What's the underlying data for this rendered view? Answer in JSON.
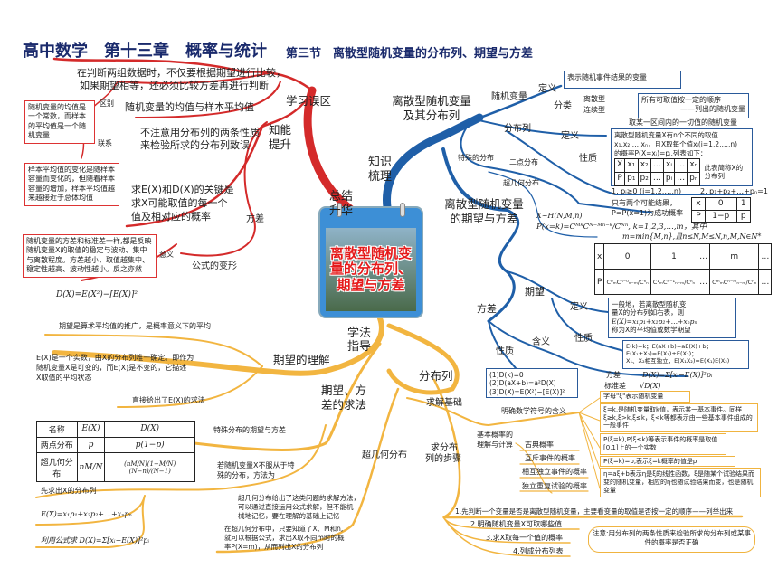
{
  "header": {
    "title": "高中数学　第十三章　概率与统计",
    "subtitle": "第三节　离散型随机变量的分布列、期望与方差"
  },
  "center": {
    "title": "离散型随机变量的分布列、期望与方差"
  },
  "colors": {
    "red": "#d42a2a",
    "blue": "#1f5fa8",
    "yellow": "#f2b540",
    "title": "#1a2a6c"
  },
  "summary": {
    "branch": "总结升华",
    "note_top": [
      "在判断两组数据时，不仅要根据期望进行比较，",
      "如果期望相等，还必须比较方差再进行判断"
    ],
    "mistakes": "学习误区",
    "diff": "区别",
    "diff_box": "随机变量的均值是一个常数，而样本的平均值是一个随机变量",
    "mean_vs_sample": "随机变量的均值与样本平均值",
    "link": "联系",
    "link_box": "样本平均值的变化是随样本容量而变化的，但随着样本容量的增加，样本平均值越来越接近于总体均值",
    "mistake2": [
      "不注意用分布列的两条性质",
      "来检验所求的分布列致误"
    ],
    "ability": "知能提升",
    "key": [
      "求E(X)和D(X)的关键是",
      "求X可能取值的每一个",
      "值及相对应的概率"
    ],
    "variance": "方差",
    "meaning": "意义",
    "meaning_box": "随机变量的方差和标准差一样,都是反映随机变量X的取值的稳定与波动、集中与离散程度。方差越小，取值越集中、稳定性越高、波动性越小。反之亦然",
    "formula_transform": "公式的变形",
    "formula": "D(X)=E(X²)−[E(X)]²"
  },
  "knowledge": {
    "branch": "知识梳理",
    "rv_dist": "离散型随机变量及其分布列",
    "rv": "随机变量",
    "def": "定义",
    "def_box": "表示随机事件结果的变量",
    "classify": "分类",
    "discrete": "离散型",
    "continuous": "连续型",
    "discrete_box": [
      "所有可取值按一定的顺序",
      "——列出的随机变量"
    ],
    "continuous_text": "取某一区间内的一切值的随机变量",
    "dist": "分布列",
    "dist_def": "定义",
    "dist_prop": "性质",
    "dist_box": [
      "离散型随机变量X有n个不同的取值",
      "x₁,x₂,…,xₙ，且X取每个值xᵢ(i=1,2,…,n)",
      "的概率P(X=xᵢ)=pᵢ,列表如下："
    ],
    "dist_table": {
      "row1": [
        "X",
        "x₁",
        "x₂",
        "…",
        "xᵢ",
        "…",
        "xₙ"
      ],
      "row2": [
        "P",
        "p₁",
        "p₂",
        "…",
        "pᵢ",
        "…",
        "pₙ"
      ]
    },
    "dist_table_note": "此表简称X的分布列",
    "prop1": "1. pᵢ≥0 (i=1,2,…,n)",
    "prop2": "2. p₁+p₂+…+pₙ=1",
    "special": "特殊的分布",
    "two_point": "二点分布",
    "hyper": "超几何分布",
    "two_point_text": [
      "只有两个可能结果，",
      "P=P(x=1)为成功概率"
    ],
    "two_point_table": {
      "row1": [
        "x",
        "0",
        "1"
      ],
      "row2": [
        "P",
        "1−p",
        "p"
      ]
    },
    "hyper_def": "X~H(N,M,n)",
    "hyper_formula": "P(x=k)=CᴹᵏCᴺ⁻ᴹⁿ⁻ᵏ/Cᴺⁿ, k=1,2,3,…,m，其中",
    "hyper_m": "m=min{M,n},且n≤N,M≤N,n,M,N∈N*",
    "hyper_table": {
      "row1": [
        "x",
        "0",
        "1",
        "…",
        "m",
        "…"
      ],
      "row2": [
        "P",
        "C⁰ₘCⁿ⁻⁰ₙ₋ₘ/Cⁿₙ",
        "C¹ₘCⁿ⁻¹ₙ₋ₘ/Cⁿₙ",
        "…",
        "CᵐₘCⁿ⁻ᵐₙ₋ₘ/Cⁿₙ",
        "…"
      ]
    },
    "ev_var": "离散型随机变量的期望与方差",
    "expect": "期望",
    "var": "方差",
    "exp_def": "定义",
    "exp_def_box": [
      "一般地，若离散型随机变",
      "量X的分布列如右表，则",
      "E(X)=x₁p₁+x₂p₂+…+xₙpₙ",
      "称为X的平均值或数学期望"
    ],
    "exp_prop": "性质",
    "exp_prop_box": [
      "E(k)=k；E(aX+b)=aE(X)+b；",
      "E(X₁+X₂)=E(X₁)+E(X₂)；",
      "X₁、X₂相互独立，E(X₁X₂)=E(X₁)E(X₂)"
    ],
    "var_meaning": "含义",
    "var_prop": "性质",
    "var_label": "方差",
    "var_formula": "D(X)=Σ[xᵢ−E(X)]²pᵢ",
    "std_label": "标准差",
    "std_formula": "√D(X)",
    "var_prop_box": [
      "(1)D(k)=0",
      "(2)D(aX+b)=a²D(X)",
      "(3)D(X)=E(X²)−[E(X)]²"
    ]
  },
  "method": {
    "branch": "学法指导",
    "exp_understand": "期望的理解",
    "exp_note1": "期望是算术平均值的推广，是概率意义下的平均",
    "exp_note2": [
      "E(X)是一个实数，由X的分布列唯一确定。即作为",
      "随机变量X是可变的，而E(X)是不变的，它描述",
      "X取值的平均状态"
    ],
    "exp_note3": "直接给出了E(X)的求法",
    "methods": "期望、方差的求法",
    "table": {
      "header": [
        "名称",
        "E(X)",
        "D(X)"
      ],
      "rows": [
        [
          "两点分布",
          "p",
          "p(1−p)"
        ],
        [
          "超几何分布",
          "nM/N",
          "(nM/N)(1−M/N)(N−n)/(N−1)"
        ]
      ]
    },
    "special_ev": "特殊分布的期望与方差",
    "not_special": [
      "若随机变量X不服从于特",
      "殊的分布，方法为"
    ],
    "step_a": "先求出X的分布列",
    "step_b": "E(X)=x₁p₁+x₂p₂+…+xₙpₙ",
    "step_c": "利用公式求 D(X)=Σ[xᵢ−E(X)]²pᵢ",
    "hyper": "超几何分布",
    "hyper_note1": [
      "超几何分布给出了这类问题的求解方法，",
      "可以通过直接运用公式求解，但不能机",
      "械地记忆，要在理解的基础上记忆"
    ],
    "hyper_note2": [
      "在超几何分布中，只要知道了X、M和n,",
      "就可以根据公式，求出X取不同m时的概",
      "率P(X=m)，从而列出X的分布列"
    ],
    "dist": "分布列",
    "basis": "求解基础",
    "symbols": "明确数学符号的含义",
    "sym_boxes": [
      "字母\"ξ\"表示随机变量",
      "ξ=k,是随机变量取k值，表示某一基本事件。同样ξ≥k,ξ>k,ξ≤k，ξ<k等都表示由一些基本事件组成的一般事件",
      "P(ξ=k),P(ξ≤k)等表示事件的概率是取值[0,1]上的一个实数",
      "P(ξ=k)=p,表示ξ=k概率的值是p",
      "η=aξ+b表示η是ξ的线性函数，ξ是随某个试验结果而变的随机变量，相应的η也随试验结果而变，也是随机变量"
    ],
    "basic_prob": [
      "基本概率的",
      "理解与计算"
    ],
    "probs": [
      "古典概率",
      "互斥事件的概率",
      "相互独立事件的概率",
      "独立重复试验的概率"
    ],
    "steps_title": [
      "求分布",
      "列的步骤"
    ],
    "steps": [
      "1.先判断一个变量是否是离散型随机变量，主要看变量的取值是否按一定的顺序——列举出来",
      "2.明确随机变量X可取哪些值",
      "3.求X取每一个值的概率",
      "4.列成分布列表"
    ],
    "warning": "注意:用分布列的两条性质来检验所求的分布列或某事件的概率是否正确"
  }
}
